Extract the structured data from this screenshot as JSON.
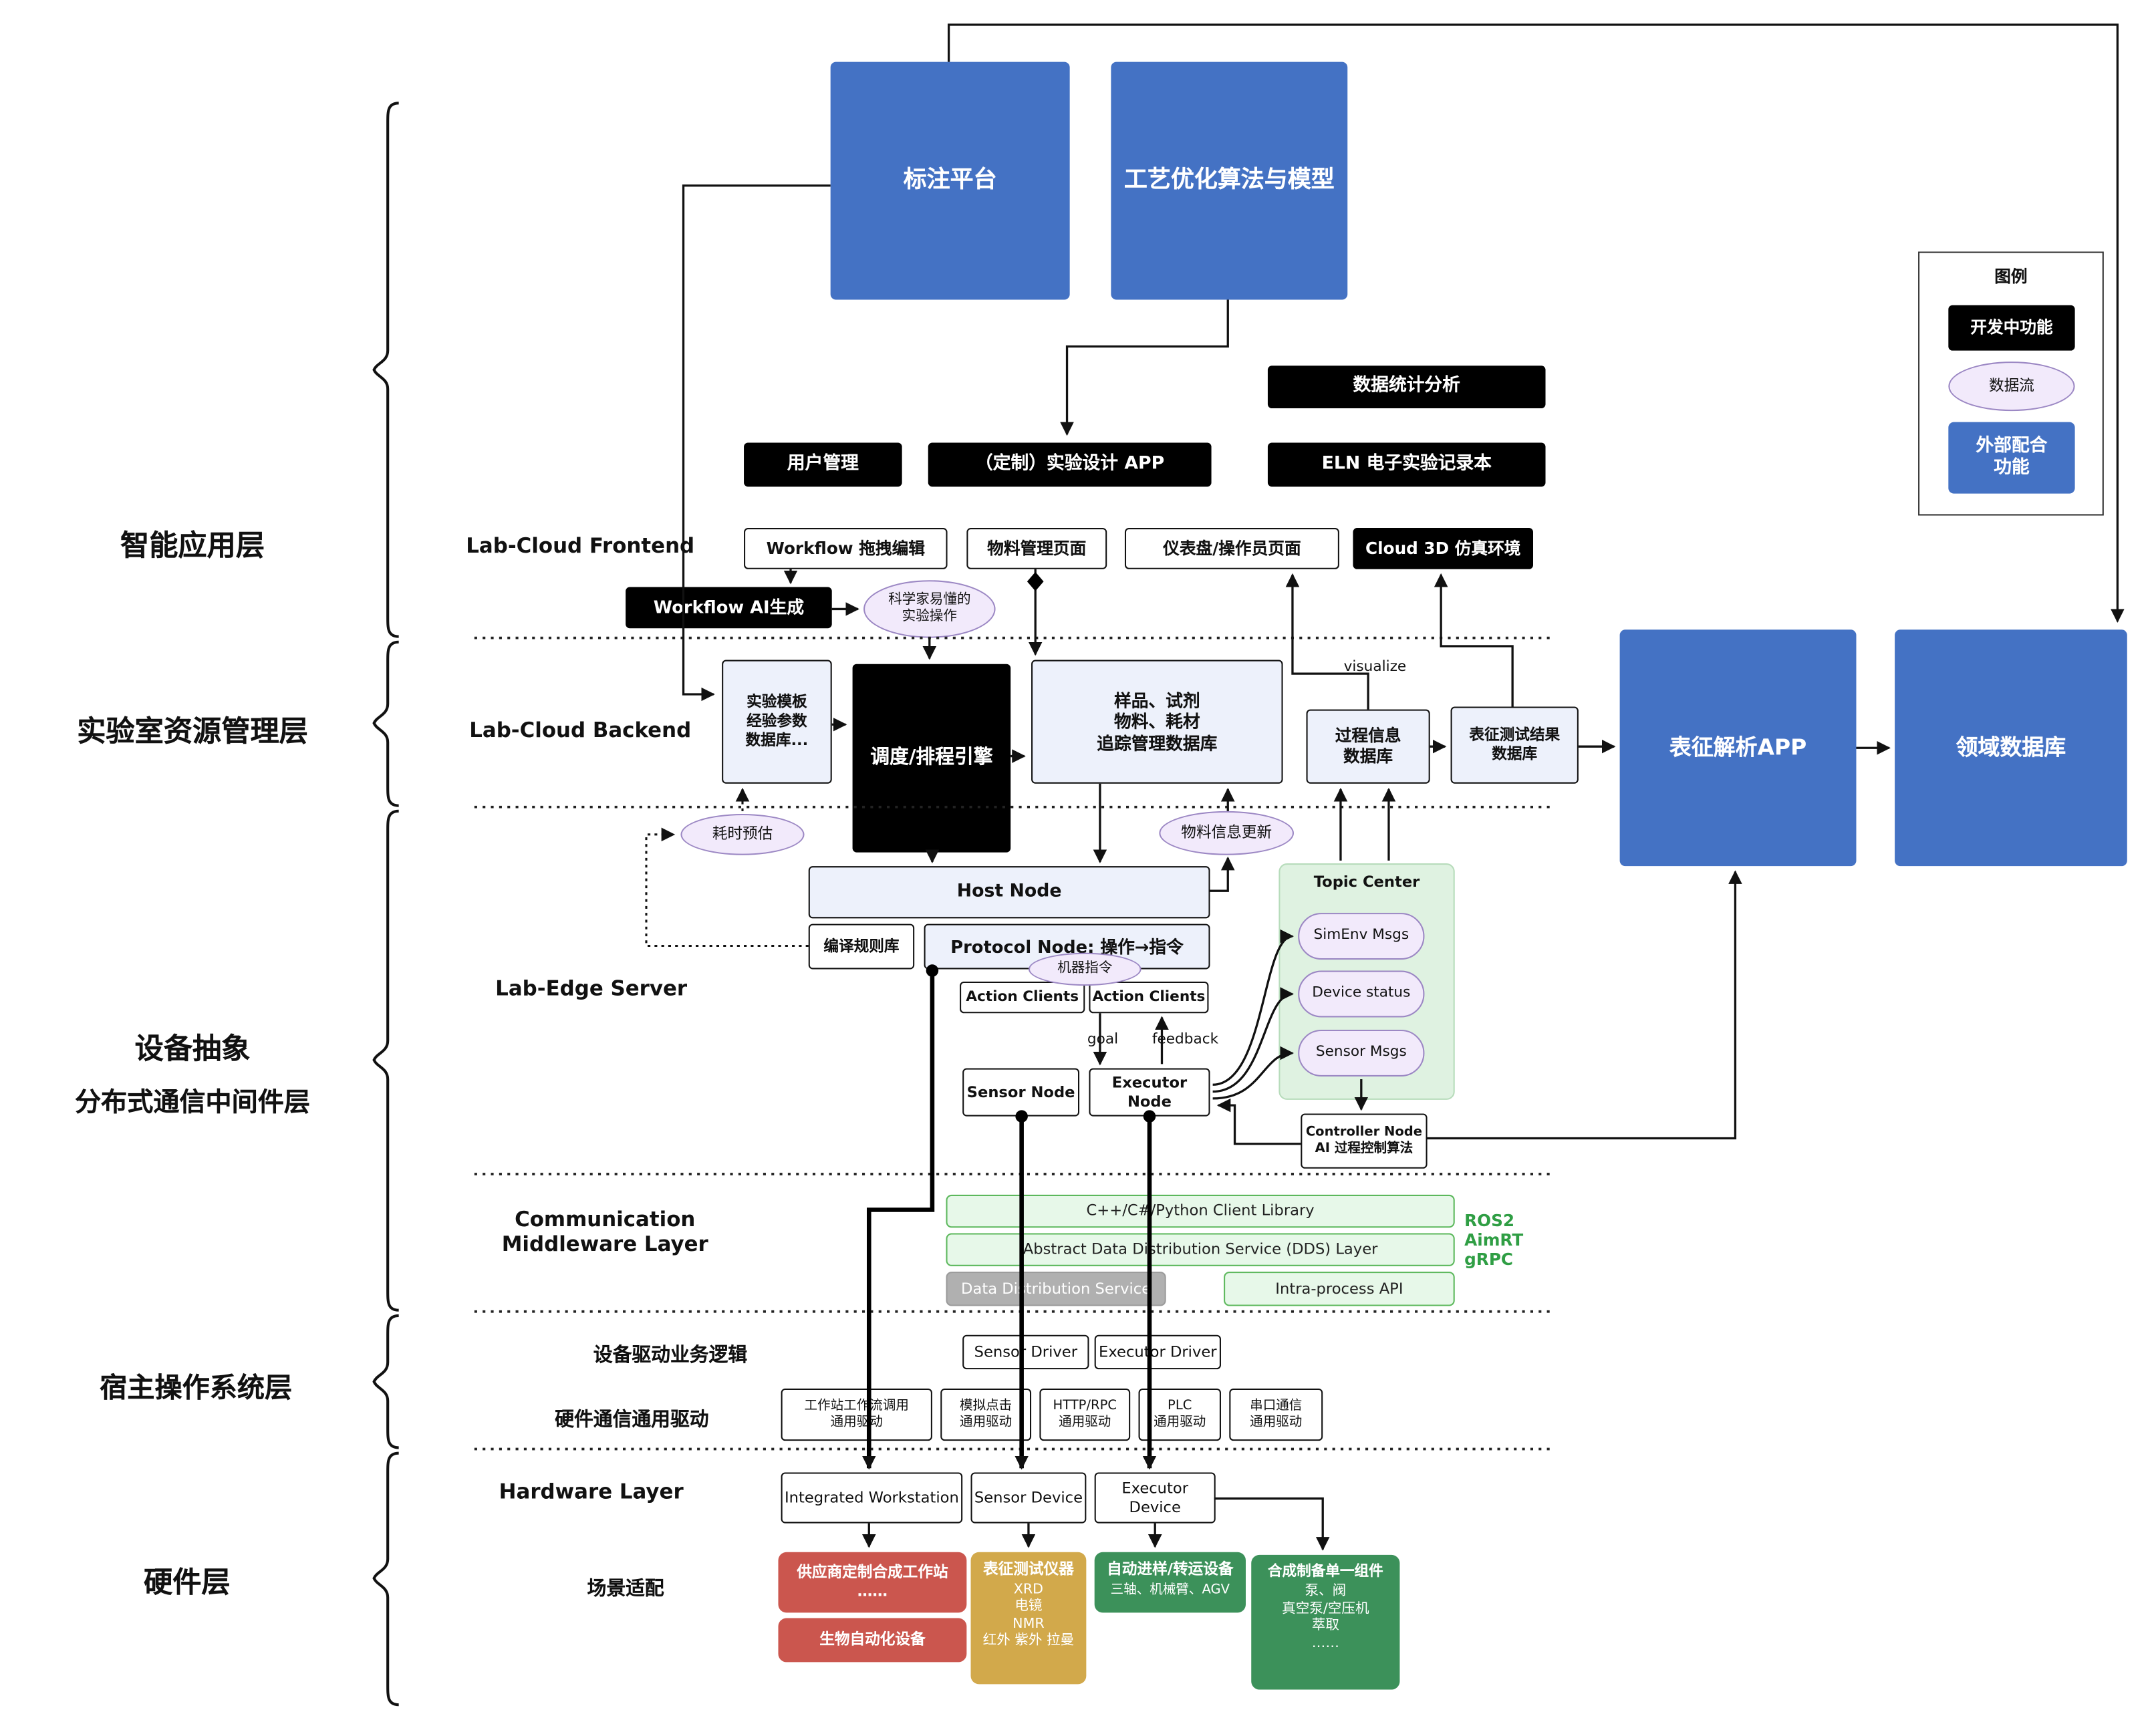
{
  "colors": {
    "accent_blue": "#4472C4",
    "developing_black": "#000000",
    "dataflow_purple": "#F2EAFB",
    "topic_green": "#DFF2E1",
    "middleware_green": "#E7F8E9",
    "gray_service": "#B0B0B0",
    "hardware_red": "#CB564E",
    "hardware_yellow": "#D2A94B",
    "hardware_green": "#3C915A"
  },
  "legend": {
    "title": "图例",
    "developing": "开发中功能",
    "dataflow": "数据流",
    "external": "外部配合\n功能"
  },
  "left_labels": {
    "app_layer": "智能应用层",
    "resource_layer": "实验室资源管理层",
    "middleware_line1": "设备抽象",
    "middleware_line2": "分布式通信中间件层",
    "host_os_layer": "宿主操作系统层",
    "hardware_layer": "硬件层"
  },
  "top": {
    "annotation_platform": "标注平台",
    "process_optimization": "工艺优化算法与模型"
  },
  "frontend": {
    "label": "Lab-Cloud Frontend",
    "data_statistics": "数据统计分析",
    "user_management": "用户管理",
    "experiment_design_app": "（定制）实验设计 APP",
    "eln": "ELN 电子实验记录本",
    "workflow_editor": "Workflow 拖拽编辑",
    "material_page": "物料管理页面",
    "dashboard_page": "仪表盘/操作员页面",
    "cloud_3d": "Cloud 3D 仿真环境",
    "workflow_ai": "Workflow AI生成",
    "scientist_ops": "科学家易懂的\n实验操作"
  },
  "backend": {
    "label": "Lab-Cloud Backend",
    "template_db": "实验模板\n经验参数\n数据库...",
    "scheduler": "调度/排程引擎",
    "sample_db": "样品、试剂\n物料、耗材\n追踪管理数据库",
    "visualize": "visualize",
    "process_db": "过程信息\n数据库",
    "characterization_db": "表征测试结果\n数据库",
    "characterization_app": "表征解析APP",
    "domain_db": "领域数据库"
  },
  "edge": {
    "label": "Lab-Edge Server",
    "time_estimate": "耗时预估",
    "material_update": "物料信息更新",
    "host_node": "Host Node",
    "compile_rules": "编译规则库",
    "protocol_node": "Protocol Node: 操作→指令",
    "machine_cmd": "机器指令",
    "action_clients_1": "Action Clients",
    "action_clients_2": "Action Clients",
    "goal": "goal",
    "feedback": "feedback",
    "sensor_node": "Sensor Node",
    "executor_node": "Executor Node",
    "topic_center": "Topic Center",
    "pills": [
      "SimEnv Msgs",
      "Device status",
      "Sensor Msgs"
    ],
    "controller_node": "Controller Node\nAI 过程控制算法"
  },
  "middleware": {
    "label": "Communication\nMiddleware Layer",
    "client_library": "C++/C#/Python Client Library",
    "dds_abstract": "Abstract Data Distribution Service (DDS) Layer",
    "dds_service": "Data Distribution Service",
    "intra_process": "Intra-process API",
    "protocols": "ROS2\nAimRT\ngRPC"
  },
  "host_os": {
    "driver_logic": "设备驱动业务逻辑",
    "sensor_driver": "Sensor Driver",
    "executor_driver": "Executor Driver",
    "hw_comm": "硬件通信通用驱动",
    "drivers": [
      "工作站工作流调用\n通用驱动",
      "模拟点击\n通用驱动",
      "HTTP/RPC\n通用驱动",
      "PLC\n通用驱动",
      "串口通信\n通用驱动"
    ]
  },
  "hardware": {
    "label": "Hardware Layer",
    "integrated_workstation": "Integrated Workstation",
    "sensor_device": "Sensor Device",
    "executor_device": "Executor Device",
    "scenario": "场景适配",
    "vendor_workstation": "供应商定制合成工作站\n……",
    "bio_automation": "生物自动化设备",
    "characterization_title": "表征测试仪器",
    "characterization_items": "XRD\n电镜\nNMR\n红外 紫外 拉曼",
    "transfer_title": "自动进样/转运设备",
    "transfer_items": "三轴、机械臂、AGV",
    "synthesis_title": "合成制备单一组件",
    "synthesis_items": "泵、阀\n真空泵/空压机\n萃取\n……"
  }
}
